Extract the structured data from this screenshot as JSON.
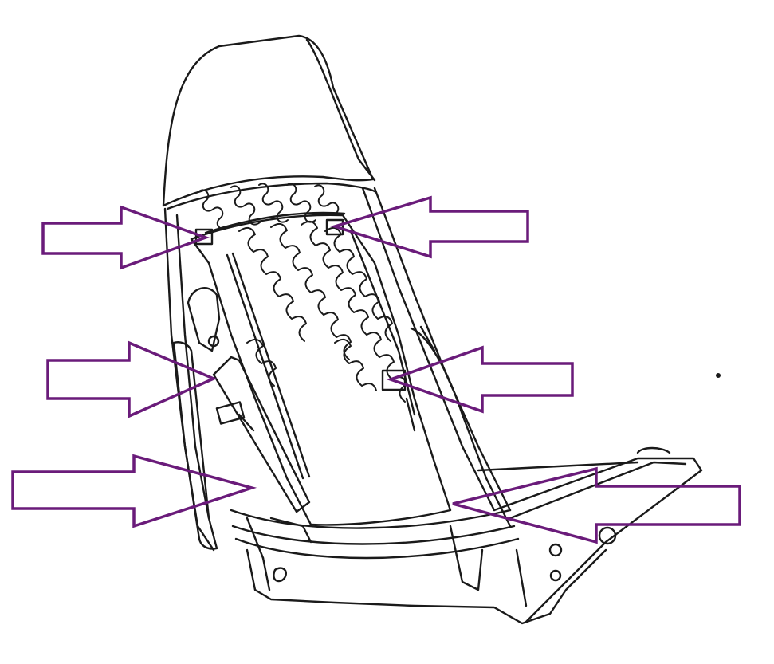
{
  "figure": {
    "subject": "seat-frame-line-drawing",
    "line_color": "#1a1a1a",
    "arrow_color": "#6a1b7a",
    "background": "#ffffff"
  },
  "callouts": [
    {
      "id": "top-left-mount",
      "direction": "right"
    },
    {
      "id": "top-right-mount",
      "direction": "left"
    },
    {
      "id": "left-gas-strut-upper",
      "direction": "right"
    },
    {
      "id": "right-slot-mount",
      "direction": "left"
    },
    {
      "id": "left-gas-strut-lower",
      "direction": "right"
    },
    {
      "id": "right-seat-pan-mount",
      "direction": "left"
    }
  ]
}
